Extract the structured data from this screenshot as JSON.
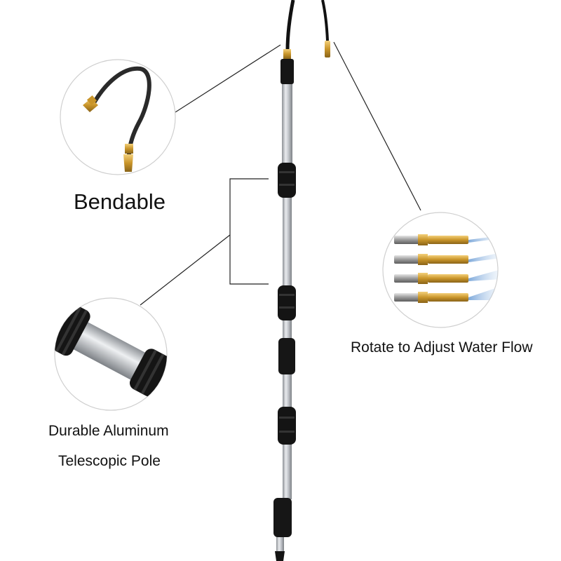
{
  "labels": {
    "bendable": "Bendable",
    "aluminum_line1": "Durable Aluminum",
    "aluminum_line2": "Telescopic Pole",
    "rotate": "Rotate to Adjust Water Flow"
  },
  "colors": {
    "hose": "#1a1a1a",
    "brass": "#d6a531",
    "aluminum": "#c9ccd0",
    "grip": "#151515",
    "callout_line": "#222222",
    "circle_border": "#cfcfcf"
  }
}
